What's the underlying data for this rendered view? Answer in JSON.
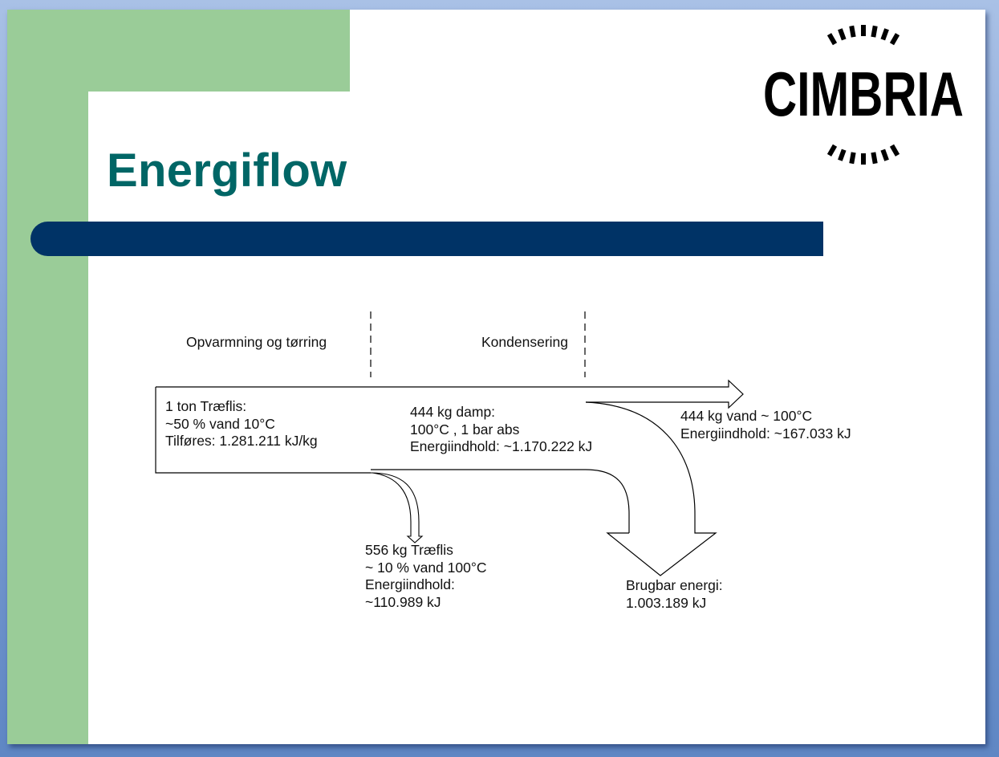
{
  "slide": {
    "title": "Energiflow",
    "logo_text": "CIMBRIA",
    "colors": {
      "title": "#006666",
      "accent_bar": "#003366",
      "green_panel": "#9acc98",
      "background": "#7f9fd3"
    }
  },
  "diagram": {
    "stages": [
      {
        "label": "Opvarmning og tørring"
      },
      {
        "label": "Kondensering"
      }
    ],
    "input": {
      "lines": [
        "1 ton Træflis:",
        "~50 % vand  10°C",
        "Tilføres: 1.281.211 kJ/kg"
      ]
    },
    "steam": {
      "lines": [
        "444 kg damp:",
        "100°C , 1 bar abs",
        "Energiindhold: ~1.170.222 kJ"
      ]
    },
    "water_out": {
      "lines": [
        "444 kg vand  ~ 100°C",
        "Energiindhold: ~167.033 kJ"
      ]
    },
    "dried_chips": {
      "lines": [
        "556 kg Træflis",
        "~ 10 % vand  100°C",
        "Energiindhold:",
        "~110.989 kJ"
      ]
    },
    "usable_energy": {
      "lines": [
        "Brugbar energi:",
        "1.003.189 kJ"
      ]
    }
  }
}
